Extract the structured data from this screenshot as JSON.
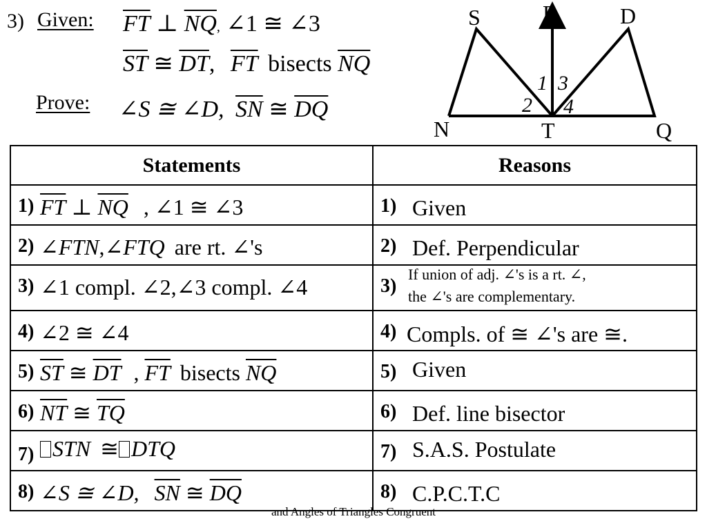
{
  "header": {
    "number": "3)",
    "given_label": "Given:",
    "given_line1": {
      "seg1": "FT",
      "perp": "⊥",
      "seg2": "NQ",
      "comma": ",",
      "rest": "∠1 ≅ ∠3"
    },
    "given_line2": {
      "seg1": "ST",
      "cong": "≅",
      "seg2": "DT",
      "comma": ",",
      "seg3": "FT",
      "word": "bisects",
      "seg4": "NQ"
    },
    "prove_label": "Prove:",
    "prove_line": {
      "a": "∠S ≅ ∠D,",
      "seg1": "SN",
      "cong": "≅",
      "seg2": "DQ"
    }
  },
  "diagram": {
    "labels": {
      "S": "S",
      "F": "F",
      "D": "D",
      "N": "N",
      "T": "T",
      "Q": "Q",
      "a1": "1",
      "a2": "2",
      "a3": "3",
      "a4": "4"
    }
  },
  "table": {
    "headers": {
      "statements": "Statements",
      "reasons": "Reasons"
    },
    "rows": [
      {
        "num": "1)",
        "rnum": "1)",
        "reason": "Given"
      },
      {
        "num": "2)",
        "rnum": "2)",
        "reason": "Def. Perpendicular"
      },
      {
        "num": "3)",
        "rnum": "3)",
        "reason_line1": "If union of adj. ∠'s is a rt. ∠,",
        "reason_line2": "the ∠'s are complementary."
      },
      {
        "num": "4)",
        "rnum": "4)",
        "reason": "Compls. of ≅ ∠'s are ≅."
      },
      {
        "num": "5)",
        "rnum": "5)",
        "reason": "Given"
      },
      {
        "num": "6)",
        "rnum": "6)",
        "reason": "Def. line bisector"
      },
      {
        "num": "7)",
        "rnum": "7)",
        "reason": "S.A.S. Postulate"
      },
      {
        "num": "8)",
        "rnum": "8)",
        "reason": "C.P.C.T.C"
      }
    ],
    "statements": {
      "s1": {
        "seg1": "FT",
        "perp": "⊥",
        "seg2": "NQ",
        "rest": ", ∠1 ≅ ∠3"
      },
      "s2": {
        "a": "∠",
        "b": "FTN",
        "c": ",∠",
        "d": "FTQ",
        "e": " are rt. ∠'s"
      },
      "s3": {
        "text": "∠1 compl. ∠2,∠3 compl. ∠4"
      },
      "s4": {
        "text": "∠2 ≅ ∠4"
      },
      "s5": {
        "seg1": "ST",
        "cong": "≅",
        "seg2": "DT",
        "comma": ",",
        "seg3": "FT",
        "word": "bisects",
        "seg4": "NQ"
      },
      "s6": {
        "seg1": "NT",
        "cong": "≅",
        "seg2": "TQ"
      },
      "s7": {
        "tri1": "STN",
        "cong": "≅",
        "tri2": "DTQ"
      },
      "s8": {
        "a": "∠S ≅ ∠D,",
        "seg1": "SN",
        "cong": "≅",
        "seg2": "DQ"
      }
    }
  },
  "footer": {
    "text": "and Angles of Triangles Congruent"
  }
}
